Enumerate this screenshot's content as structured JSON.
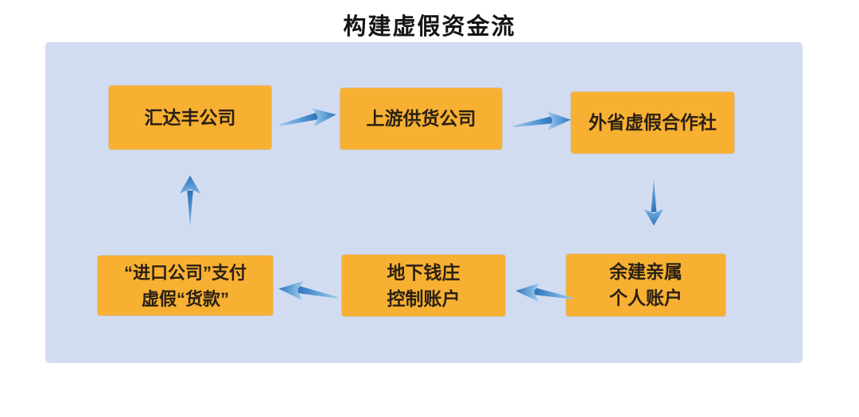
{
  "title": "构建虚假资金流",
  "colors": {
    "panel_bg": "#d2dcf1",
    "node_bg": "#f7b032",
    "node_text": "#2b2014",
    "arrow_light": "#a3cbec",
    "arrow_dark": "#2d74bd",
    "title_text": "#141414"
  },
  "diagram": {
    "nodes": [
      {
        "id": "n1",
        "line1": "汇达丰公司",
        "line2": ""
      },
      {
        "id": "n2",
        "line1": "上游供货公司",
        "line2": ""
      },
      {
        "id": "n3",
        "line1": "外省虚假合作社",
        "line2": ""
      },
      {
        "id": "n4",
        "line1": "余建亲属",
        "line2": "个人账户"
      },
      {
        "id": "n5",
        "line1": "地下钱庄",
        "line2": "控制账户"
      },
      {
        "id": "n6",
        "line1": "“进口公司”支付",
        "line2": "虚假“货款”"
      }
    ],
    "edges": [
      {
        "from": "汇达丰公司",
        "to": "上游供货公司",
        "direction": "right"
      },
      {
        "from": "上游供货公司",
        "to": "外省虚假合作社",
        "direction": "right"
      },
      {
        "from": "外省虚假合作社",
        "to": "余建亲属 个人账户",
        "direction": "down"
      },
      {
        "from": "余建亲属 个人账户",
        "to": "地下钱庄 控制账户",
        "direction": "left"
      },
      {
        "from": "地下钱庄 控制账户",
        "to": "“进口公司”支付 虚假“货款”",
        "direction": "left"
      },
      {
        "from": "“进口公司”支付 虚假“货款”",
        "to": "汇达丰公司",
        "direction": "up"
      }
    ]
  }
}
